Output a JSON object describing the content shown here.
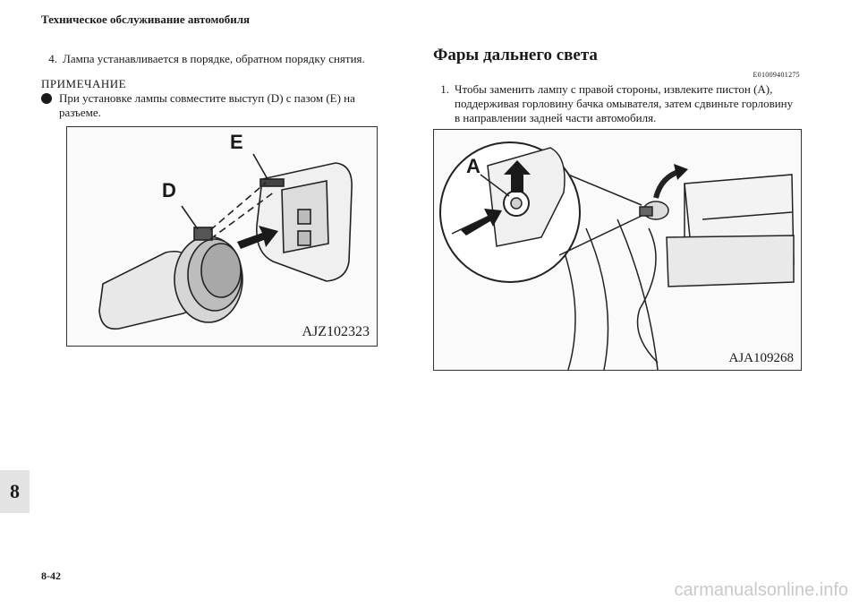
{
  "header": {
    "title": "Техническое обслуживание автомобиля"
  },
  "left": {
    "step": {
      "number": "4.",
      "text": "Лампа устанавливается в порядке, обратном порядку снятия."
    },
    "note": {
      "title": "ПРИМЕЧАНИЕ",
      "items": [
        "При установке лампы совместите выступ (D) с пазом (E) на разъеме."
      ]
    },
    "figure": {
      "label_d": "D",
      "label_e": "E",
      "code": "AJZ102323"
    }
  },
  "right": {
    "section_title": "Фары дальнего света",
    "doc_code": "E01009401275",
    "step": {
      "number": "1.",
      "text": "Чтобы заменить лампу с правой стороны, извлеките пистон (A), поддерживая горловину бачка омывателя, затем сдвиньте горловину в направлении задней части автомобиля."
    },
    "figure": {
      "label_a": "A",
      "code": "AJA109268"
    }
  },
  "chapter_tab": "8",
  "page_number": "8-42",
  "watermark": "carmanualsonline.info",
  "colors": {
    "tab_bg": "#e3e3e3",
    "ink": "#1a1a1a"
  }
}
